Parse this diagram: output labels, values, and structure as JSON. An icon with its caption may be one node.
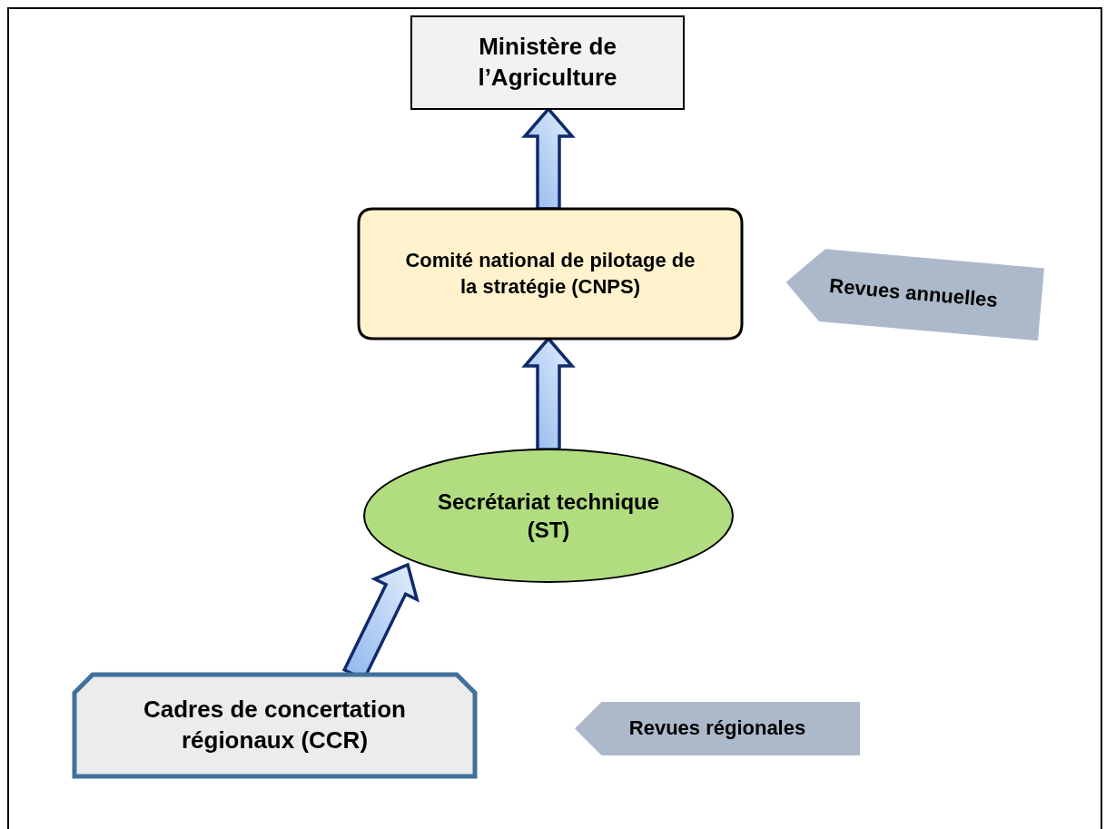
{
  "diagram": {
    "nodes": [
      {
        "text": [
          "Ministère de l’Agriculture"
        ]
      },
      {
        "text": [
          "Comité national de pilotage de la stratégie (CNPS)"
        ]
      },
      {
        "text": [
          "Secrétariat technique (ST)"
        ]
      },
      {
        "text": [
          "Cadres de concertation régionaux (CCR)"
        ]
      },
      {
        "text": [
          "Revues annuelles"
        ]
      },
      {
        "text": [
          "Revues régionales"
        ]
      }
    ],
    "edges": [
      {
        "from": 3,
        "to": 2,
        "arrow": "to"
      },
      {
        "from": 2,
        "to": 1,
        "arrow": "to"
      },
      {
        "from": 1,
        "to": 0,
        "arrow": "to"
      }
    ]
  }
}
